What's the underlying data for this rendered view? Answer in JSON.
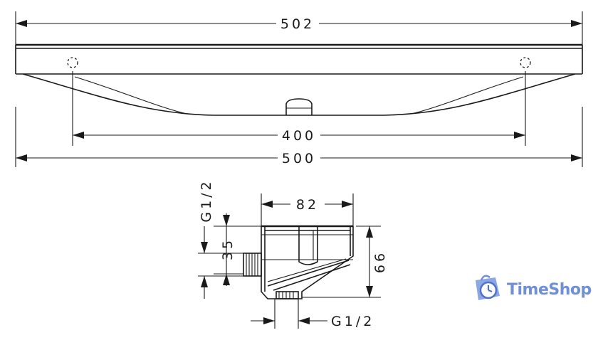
{
  "dimensions": {
    "overall_width_top": "502",
    "hole_spacing": "400",
    "overall_width_bottom": "500",
    "box_width": "82",
    "box_height": "66",
    "inlet_offset": "35",
    "thread_side": "G1/2",
    "thread_bottom": "G1/2"
  },
  "watermark": {
    "text": "TimeShop",
    "icon": "shopping-bag-clock-icon",
    "color": "#6f8fd6"
  },
  "colors": {
    "line": "#1a1a1a",
    "background": "#ffffff"
  }
}
